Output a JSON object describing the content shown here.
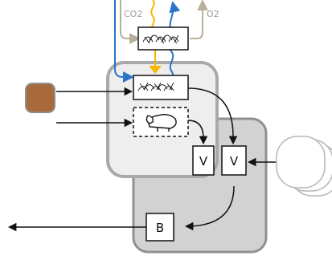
{
  "labels": {
    "co2": "CO2",
    "o2": "O2",
    "v_left": "V",
    "v_right": "V",
    "b": "B"
  },
  "colors": {
    "co2_arrow": "#b8b09a",
    "o2_arrow": "#b8b09a",
    "yellow_flow": "#f5b800",
    "blue_flow": "#2a74c9",
    "dark_region": "#d2d2d2",
    "light_region": "#eeeeee",
    "brown_input": "#a86a3a"
  },
  "icons": {
    "plant_top": "plants-icon",
    "plant_inner": "plants-icon",
    "animal": "sheep-icon",
    "brown_square": "soil-icon",
    "stacked_circles": "stack-icon"
  }
}
